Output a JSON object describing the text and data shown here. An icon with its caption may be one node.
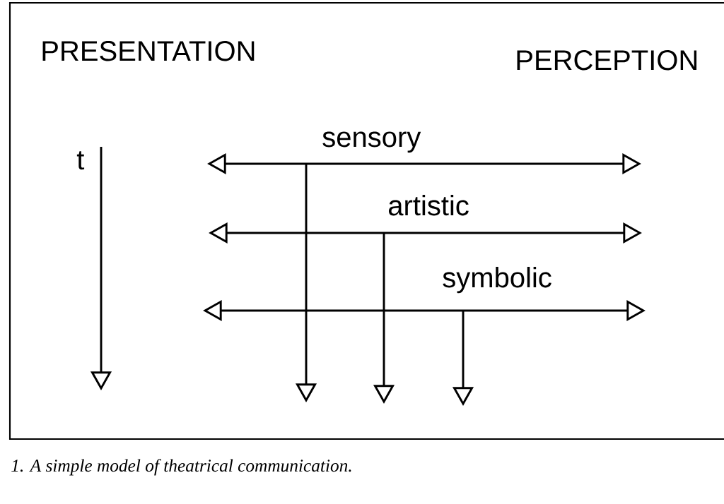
{
  "diagram": {
    "caption": "1. A simple model of theatrical communication.",
    "labels": [
      "PRESENTATION",
      "PERCEPTION",
      "t",
      "sensory",
      "artistic",
      "symbolic"
    ]
  }
}
